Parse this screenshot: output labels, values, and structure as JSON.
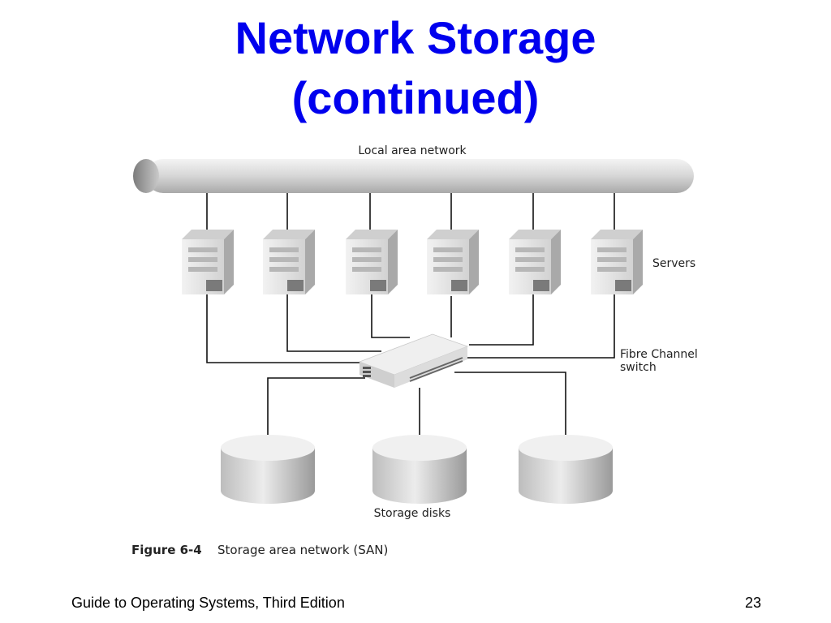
{
  "slide": {
    "title_line1": "Network Storage",
    "title_line2": "(continued)",
    "footer_left": "Guide to Operating Systems, Third Edition",
    "page_number": "23"
  },
  "figure": {
    "lan_label": "Local area network",
    "servers_label": "Servers",
    "switch_label_line1": "Fibre Channel",
    "switch_label_line2": "switch",
    "disks_label": "Storage disks",
    "caption_number": "Figure 6-4",
    "caption_text": "Storage area network (SAN)"
  },
  "colors": {
    "title": "#0000ee",
    "line": "#111111",
    "device_face": "#e6e6e6",
    "device_side": "#bdbdbd"
  }
}
